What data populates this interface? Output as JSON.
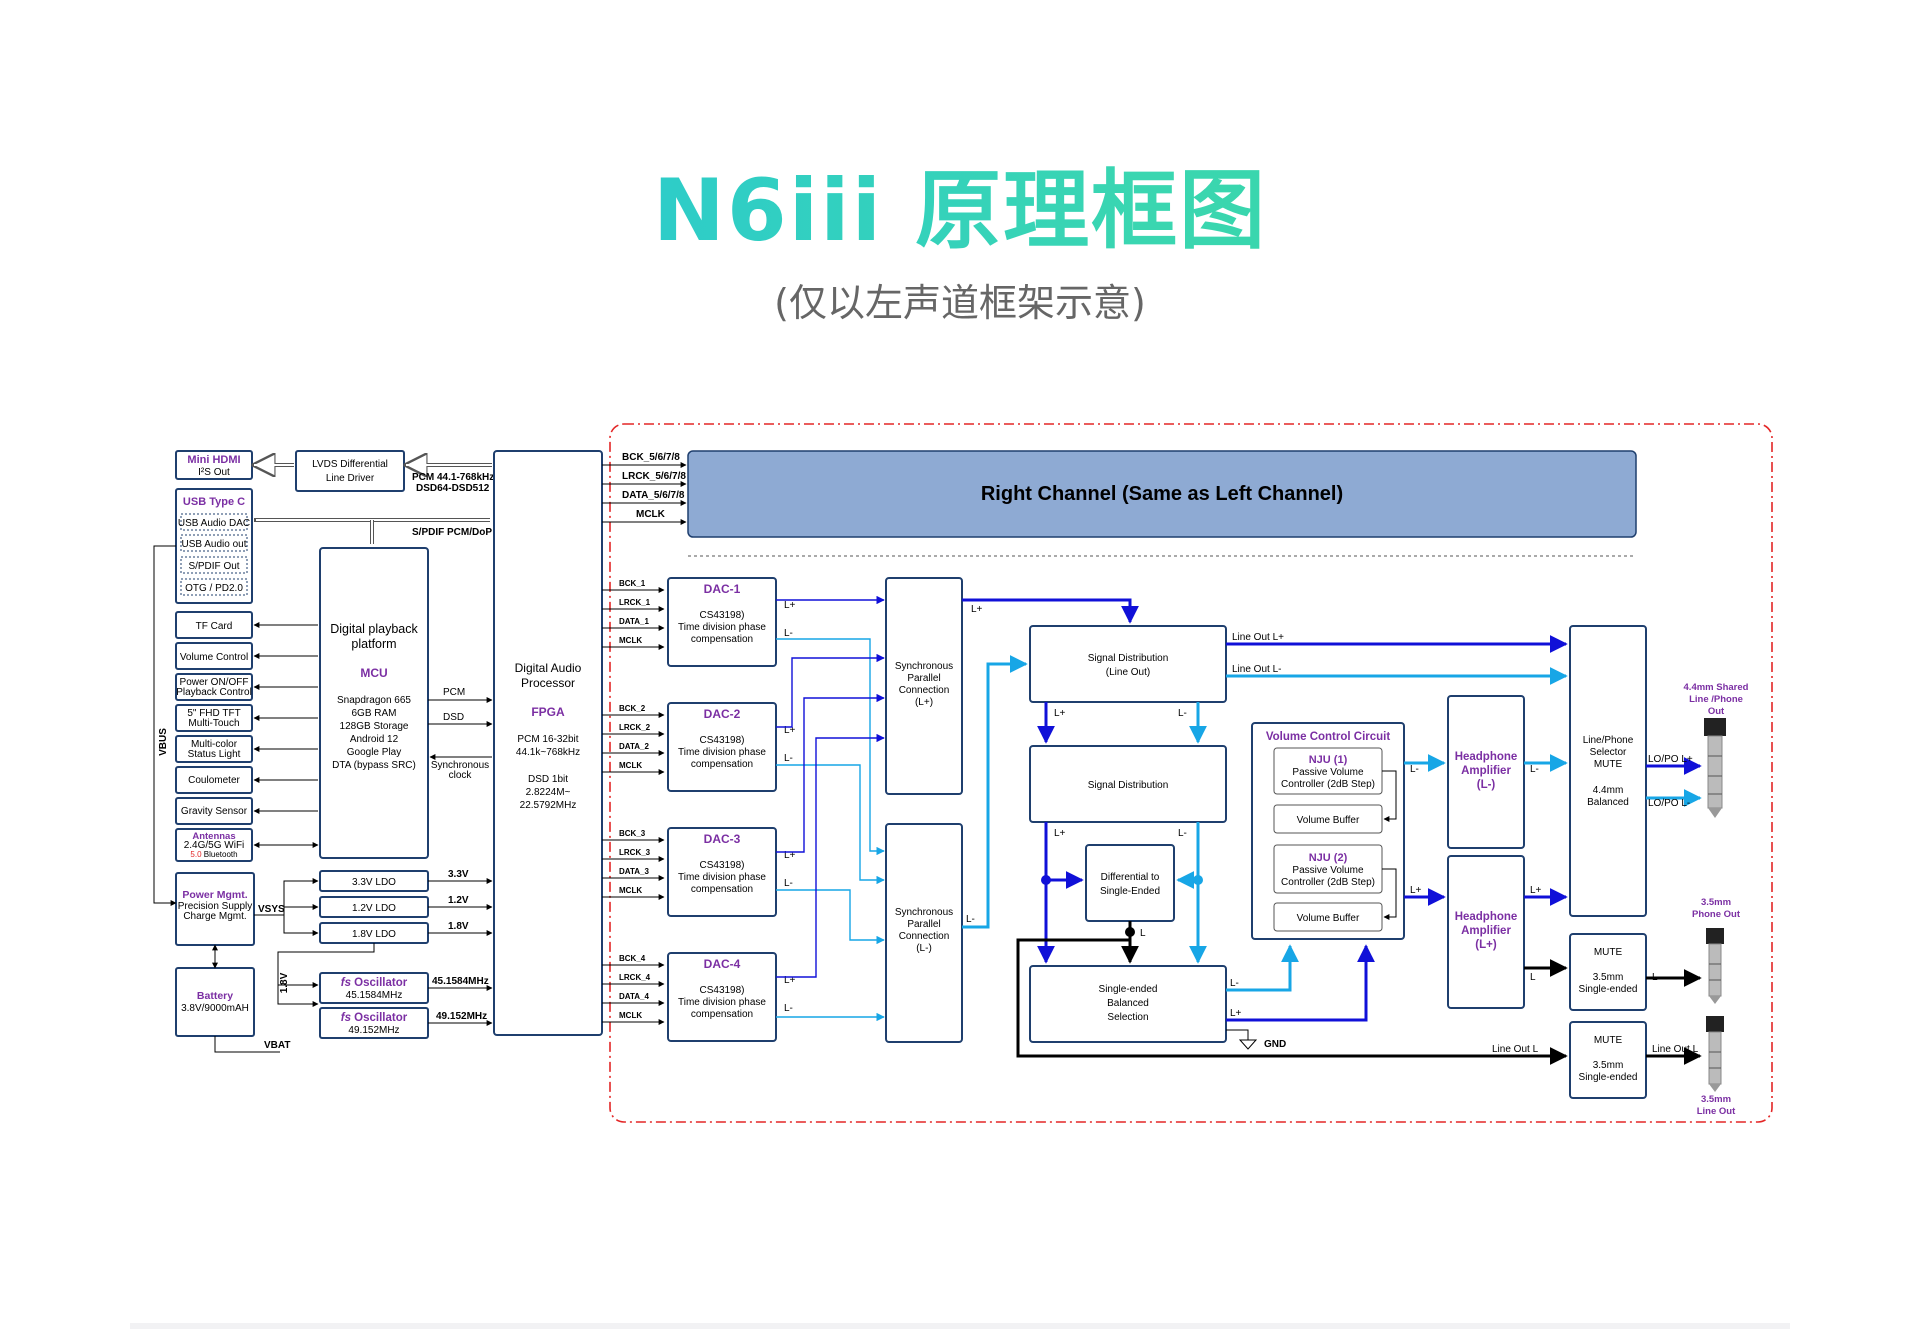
{
  "title": "N6iii 原理框图",
  "subtitle": "(仅以左声道框架示意)",
  "diagram": {
    "right_channel": "Right  Channel (Same as Left Channel)",
    "left_column": {
      "mini_hdmi": "Mini HDMI",
      "mini_hdmi_sub": "I²S Out",
      "usb_type_c": "USB Type C",
      "usb_audio_dac": "USB Audio DAC",
      "usb_audio_out": "USB Audio out",
      "spdif_out": "S/PDIF Out",
      "otg": "OTG / PD2.0",
      "tf_card": "TF Card",
      "volume_control": "Volume Control",
      "power_onoff_1": "Power ON/OFF",
      "power_onoff_2": "Playback Control",
      "tft_1": "5\" FHD TFT",
      "tft_2": "Multi-Touch",
      "multicolor_1": "Multi-color",
      "multicolor_2": "Status Light",
      "coulometer": "Coulometer",
      "gravity": "Gravity Sensor",
      "antennas": "Antennas",
      "antennas_wifi": "2.4G/5G WiFi",
      "antennas_bt_num": "5.0",
      "antennas_bt": " Bluetooth",
      "power_mgmt": "Power Mgmt.",
      "power_mgmt_2": "Precision Supply",
      "power_mgmt_3": "Charge Mgmt.",
      "battery": "Battery",
      "battery_spec": "3.8V/9000mAH",
      "vbus": "VBUS",
      "vsys": "VSYS",
      "vbat": "VBAT"
    },
    "lvds_1": "LVDS Differential",
    "lvds_2": "Line Driver",
    "pcm_rate": "PCM 44.1-768kHz",
    "dsd_rate": "DSD64-DSD512",
    "spdif_doP": "S/PDIF PCM/DoP",
    "platform": {
      "line1": "Digital playback",
      "line2": "platform",
      "mcu": "MCU",
      "specs": [
        "Snapdragon 665",
        "6GB RAM",
        "128GB Storage",
        "Android 12",
        "Google Play",
        "DTA (bypass SRC)"
      ]
    },
    "pcm": "PCM",
    "dsd": "DSD",
    "sync_clock_1": "Synchronous",
    "sync_clock_2": "clock",
    "ldo": [
      "3.3V LDO",
      "1.2V LDO",
      "1.8V LDO"
    ],
    "ldo_v": [
      "3.3V",
      "1.2V",
      "1.8V"
    ],
    "v18_vert": "1.8V",
    "osc_prefix": "fs",
    "osc_name": " Oscillator",
    "osc1_freq": "45.1584MHz",
    "osc2_freq": "49.152MHz",
    "fpga": {
      "line1": "Digital Audio",
      "line2": "Processor",
      "name": "FPGA",
      "spec": [
        "PCM 16-32bit",
        "44.1k~768kHz",
        "",
        "DSD 1bit",
        "2.8224M~",
        "22.5792MHz"
      ]
    },
    "rc_signals": [
      "BCK_5/6/7/8",
      "LRCK_5/6/7/8",
      "DATA_5/6/7/8",
      "MCLK"
    ],
    "dac": [
      {
        "name": "DAC-1",
        "chip": "CS43198)",
        "desc1": "Time division phase",
        "desc2": "compensation",
        "sig": [
          "BCK_1",
          "LRCK_1",
          "DATA_1",
          "MCLK"
        ]
      },
      {
        "name": "DAC-2",
        "chip": "CS43198)",
        "desc1": "Time division phase",
        "desc2": "compensation",
        "sig": [
          "BCK_2",
          "LRCK_2",
          "DATA_2",
          "MCLK"
        ]
      },
      {
        "name": "DAC-3",
        "chip": "CS43198)",
        "desc1": "Time division phase",
        "desc2": "compensation",
        "sig": [
          "BCK_3",
          "LRCK_3",
          "DATA_3",
          "MCLK"
        ]
      },
      {
        "name": "DAC-4",
        "chip": "CS43198)",
        "desc1": "Time division phase",
        "desc2": "compensation",
        "sig": [
          "BCK_4",
          "LRCK_4",
          "DATA_4",
          "MCLK"
        ]
      }
    ],
    "lplus": "L+",
    "lminus": "L-",
    "spc_plus": [
      "Synchronous",
      "Parallel",
      "Connection",
      "(L+)"
    ],
    "spc_minus": [
      "Synchronous",
      "Parallel",
      "Connection",
      "(L-)"
    ],
    "sig_dist_lineout_1": "Signal Distribution",
    "sig_dist_lineout_2": "(Line Out)",
    "sig_dist": "Signal Distribution",
    "diff_1": "Differential to",
    "diff_2": "Single-Ended",
    "l": "L",
    "se_bal": [
      "Single-ended",
      "Balanced",
      "Selection"
    ],
    "gnd": "GND",
    "line_out_lplus": "Line Out L+",
    "line_out_lminus": "Line Out L-",
    "line_out_l": "Line Out L",
    "vcc": {
      "title": "Volume Control Circuit",
      "nju1": "NJU (1)",
      "nju2": "NJU (2)",
      "desc1": "Passive Volume",
      "desc2": "Controller (2dB Step)",
      "buffer": "Volume Buffer"
    },
    "hp_minus": [
      "Headphone",
      "Amplifier",
      "(L-)"
    ],
    "hp_plus": [
      "Headphone",
      "Amplifier",
      "(L+)"
    ],
    "selector": [
      "Line/Phone",
      "Selector",
      "MUTE",
      "",
      "4.4mm",
      "Balanced"
    ],
    "lo_po_plus": "LO/PO L+",
    "lo_po_minus": "LO/PO L-",
    "mute": "MUTE",
    "se35": [
      "3.5mm",
      "Single-ended"
    ],
    "jack44": [
      "4.4mm Shared",
      "Line /Phone",
      "Out"
    ],
    "jack35_phone": [
      "3.5mm",
      "Phone Out"
    ],
    "jack35_line": [
      "3.5mm",
      "Line Out"
    ]
  }
}
